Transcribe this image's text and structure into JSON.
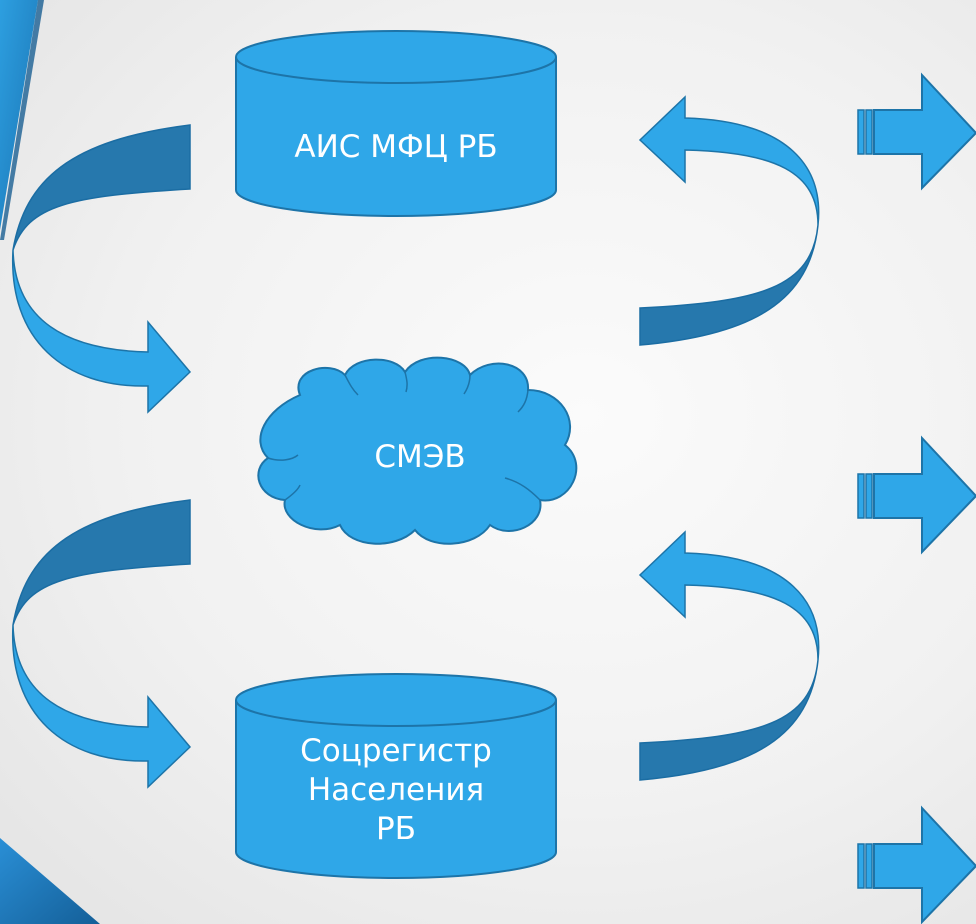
{
  "nodes": {
    "ais_mfc": {
      "label": "АИС МФЦ РБ"
    },
    "smev": {
      "label": "СМЭВ"
    },
    "socregistr": {
      "label_lines": [
        "Соцрегистр",
        "Населения",
        "РБ"
      ]
    }
  },
  "colors": {
    "shape_fill": "#2fa7e8",
    "shape_stroke": "#1d74a8",
    "arrow_dark": "#2678ad",
    "accent_dark": "#1866a0"
  }
}
